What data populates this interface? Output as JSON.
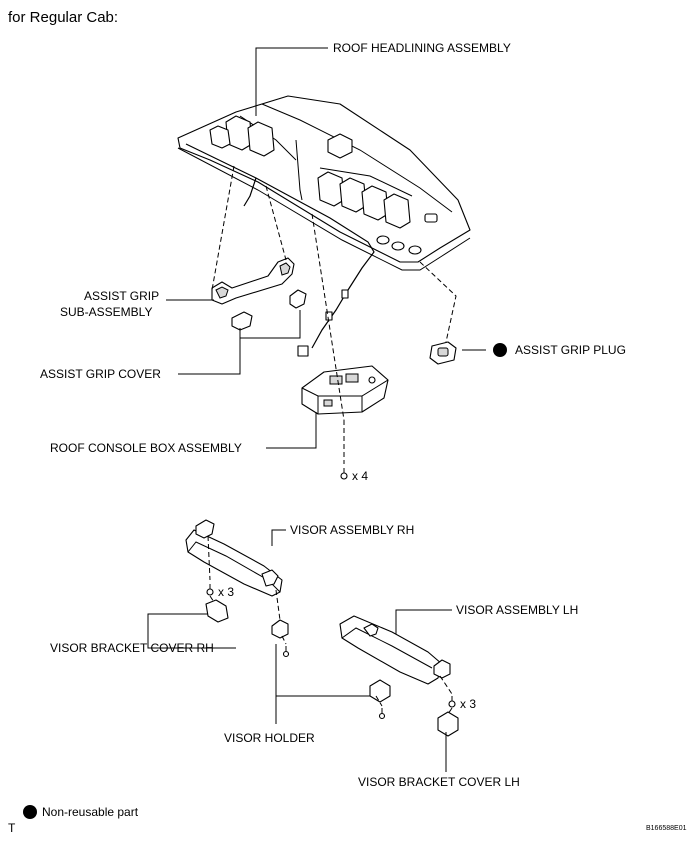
{
  "header": {
    "title": "for Regular Cab:"
  },
  "labels": {
    "roof_headlining_assembly": "ROOF HEADLINING ASSEMBLY",
    "assist_grip_line1": "ASSIST GRIP",
    "assist_grip_line2": "SUB-ASSEMBLY",
    "assist_grip_cover": "ASSIST GRIP COVER",
    "assist_grip_plug": "ASSIST GRIP PLUG",
    "roof_console_box_assembly": "ROOF CONSOLE BOX ASSEMBLY",
    "screw_qty_console": "x 4",
    "visor_assembly_rh": "VISOR ASSEMBLY RH",
    "screw_qty_rh": "x 3",
    "visor_bracket_cover_rh": "VISOR BRACKET COVER RH",
    "visor_assembly_lh": "VISOR ASSEMBLY LH",
    "visor_holder": "VISOR HOLDER",
    "screw_qty_lh": "x 3",
    "visor_bracket_cover_lh": "VISOR BRACKET COVER LH"
  },
  "legend": {
    "non_reusable": "Non-reusable part"
  },
  "footer": {
    "left_mark": "T",
    "figure_code": "B166588E01"
  }
}
